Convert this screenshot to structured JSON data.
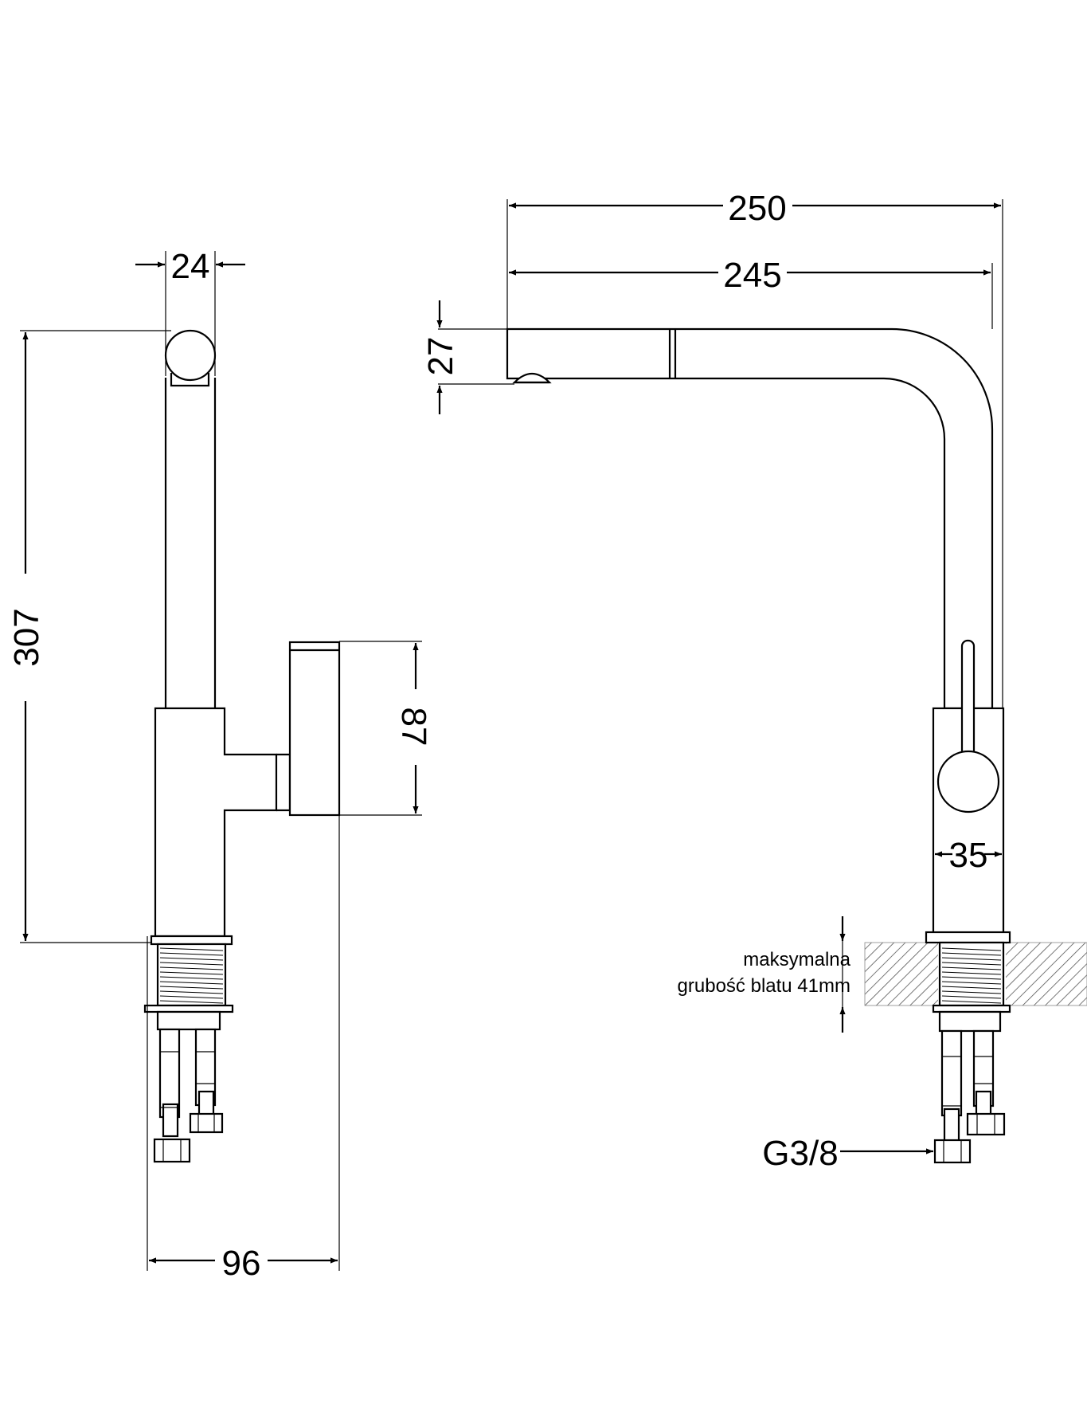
{
  "side_view": {
    "dim_spout_width": "24",
    "dim_height": "307",
    "dim_handle_height": "87",
    "dim_depth": "96"
  },
  "front_view": {
    "dim_total_reach": "250",
    "dim_spout_reach": "245",
    "dim_spout_height": "27",
    "dim_body_width": "35",
    "note_line1": "maksymalna",
    "note_line2": "grubość blatu 41mm",
    "connection_label": "G3/8"
  }
}
